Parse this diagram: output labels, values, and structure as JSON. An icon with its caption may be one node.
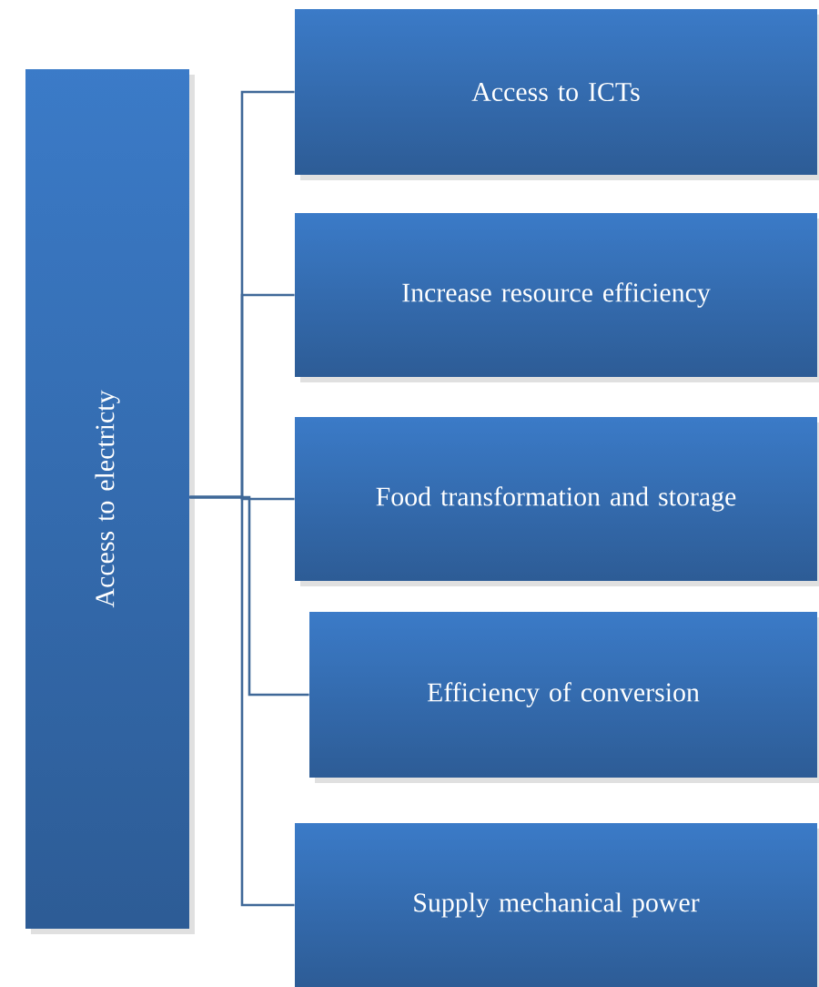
{
  "diagram": {
    "nodes": [
      {
        "text": [
          "Access to electricty"
        ]
      },
      {
        "text": [
          "Access to ICTs"
        ]
      },
      {
        "text": [
          "Increase resource efficiency"
        ]
      },
      {
        "text": [
          "Food transformation and storage"
        ]
      },
      {
        "text": [
          "Efficiency of conversion"
        ]
      },
      {
        "text": [
          "Supply mechanical power"
        ]
      }
    ],
    "edges": [
      {
        "from": 0,
        "to": 1,
        "arrow": "none"
      },
      {
        "from": 0,
        "to": 2,
        "arrow": "none"
      },
      {
        "from": 0,
        "to": 3,
        "arrow": "none"
      },
      {
        "from": 0,
        "to": 4,
        "arrow": "none"
      },
      {
        "from": 0,
        "to": 5,
        "arrow": "none"
      }
    ]
  }
}
